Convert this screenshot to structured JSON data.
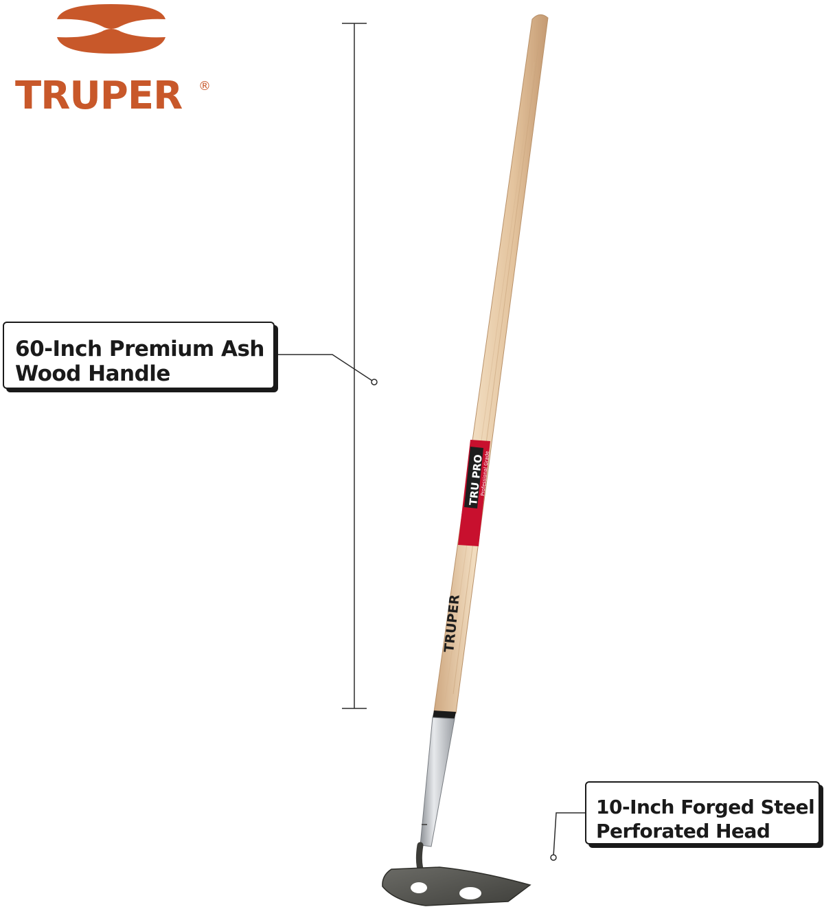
{
  "brand": {
    "name": "TRUPER",
    "mark": "®",
    "color": "#c8582a"
  },
  "product": {
    "handle_sleeve_brand": "TRU PRO",
    "handle_sleeve_subtitle": "Professional Grade",
    "handle_print": "TRUPER",
    "handle_color": "#e6c7a0",
    "sleeve_color": "#c8102e"
  },
  "callouts": {
    "handle": {
      "line1": "60-Inch Premium Ash",
      "line2": "Wood Handle"
    },
    "head": {
      "line1": "10-Inch Forged Steel",
      "line2": "Perforated Head"
    }
  }
}
